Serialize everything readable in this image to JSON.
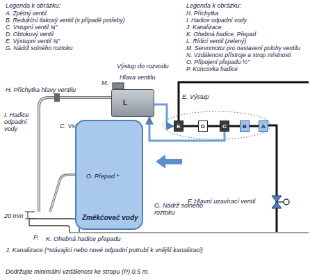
{
  "diagram": {
    "nodes": [
      {
        "text": [
          "O. Přepad *",
          "Změkčovač vody"
        ]
      },
      {
        "text": [
          "L"
        ]
      },
      {
        "text": [
          "E"
        ]
      },
      {
        "text": [
          "D"
        ]
      },
      {
        "text": [
          "C"
        ]
      },
      {
        "text": [
          "B"
        ]
      },
      {
        "text": [
          "A"
        ]
      }
    ],
    "edges": [
      {
        "from": 1,
        "to": 2,
        "arrow": "to"
      },
      {
        "from": 4,
        "to": 1,
        "arrow": "to"
      },
      {
        "from": 2,
        "to": 3,
        "arrow": "none"
      },
      {
        "from": 3,
        "to": 4,
        "arrow": "none"
      },
      {
        "from": 4,
        "to": 5,
        "arrow": "none"
      },
      {
        "from": 5,
        "to": 6,
        "arrow": "none"
      }
    ],
    "labels": [
      "Legenda k obrázku:",
      "Legenda k obrázku:",
      "Výstup do rozvodu",
      "Hlava ventilu",
      "M.",
      "H. Příchytka hlavy ventilu",
      "I. Hadice odpadní vody",
      "C. Vstup",
      "E. Výstup",
      "G. Nádrž solného roztoku",
      "F. Hlavní uzavírací ventil",
      "20 mm",
      "P.",
      "K. Ohebná hadice přepadu",
      "J. Kanalizace (*stávající nebo nové odpadní potrubí k vnější kanalizaci)",
      "Dodržujte minimální vzdálenost ke stropu (P) 0,5 m."
    ],
    "legend": [
      {
        "text": "A. Zpětný ventil"
      },
      {
        "text": "B. Redukční tlakový ventil (v případě potřeby)"
      },
      {
        "text": "C. Vstupní ventil ¾\""
      },
      {
        "text": "D. Obtokový ventil"
      },
      {
        "text": "E. Výstupní ventil ¾\""
      },
      {
        "text": "G. Nádrž solného roztoku"
      },
      {
        "text": "H. Příchytka"
      },
      {
        "text": "I. Hadice odpadní vody"
      },
      {
        "text": "J. Kanalizace"
      },
      {
        "text": "K. Ohebná hadice, Přepad"
      },
      {
        "text": "L. Řídicí ventil (zelený)"
      },
      {
        "text": "M. Servomotor pro nastavení polohy ventilu"
      },
      {
        "text": "N. Vzdálenost přístroje a strop místnosti"
      },
      {
        "text": "O. Připojení přepadu ½\""
      },
      {
        "text": "P. Koncovka hadice"
      }
    ]
  }
}
